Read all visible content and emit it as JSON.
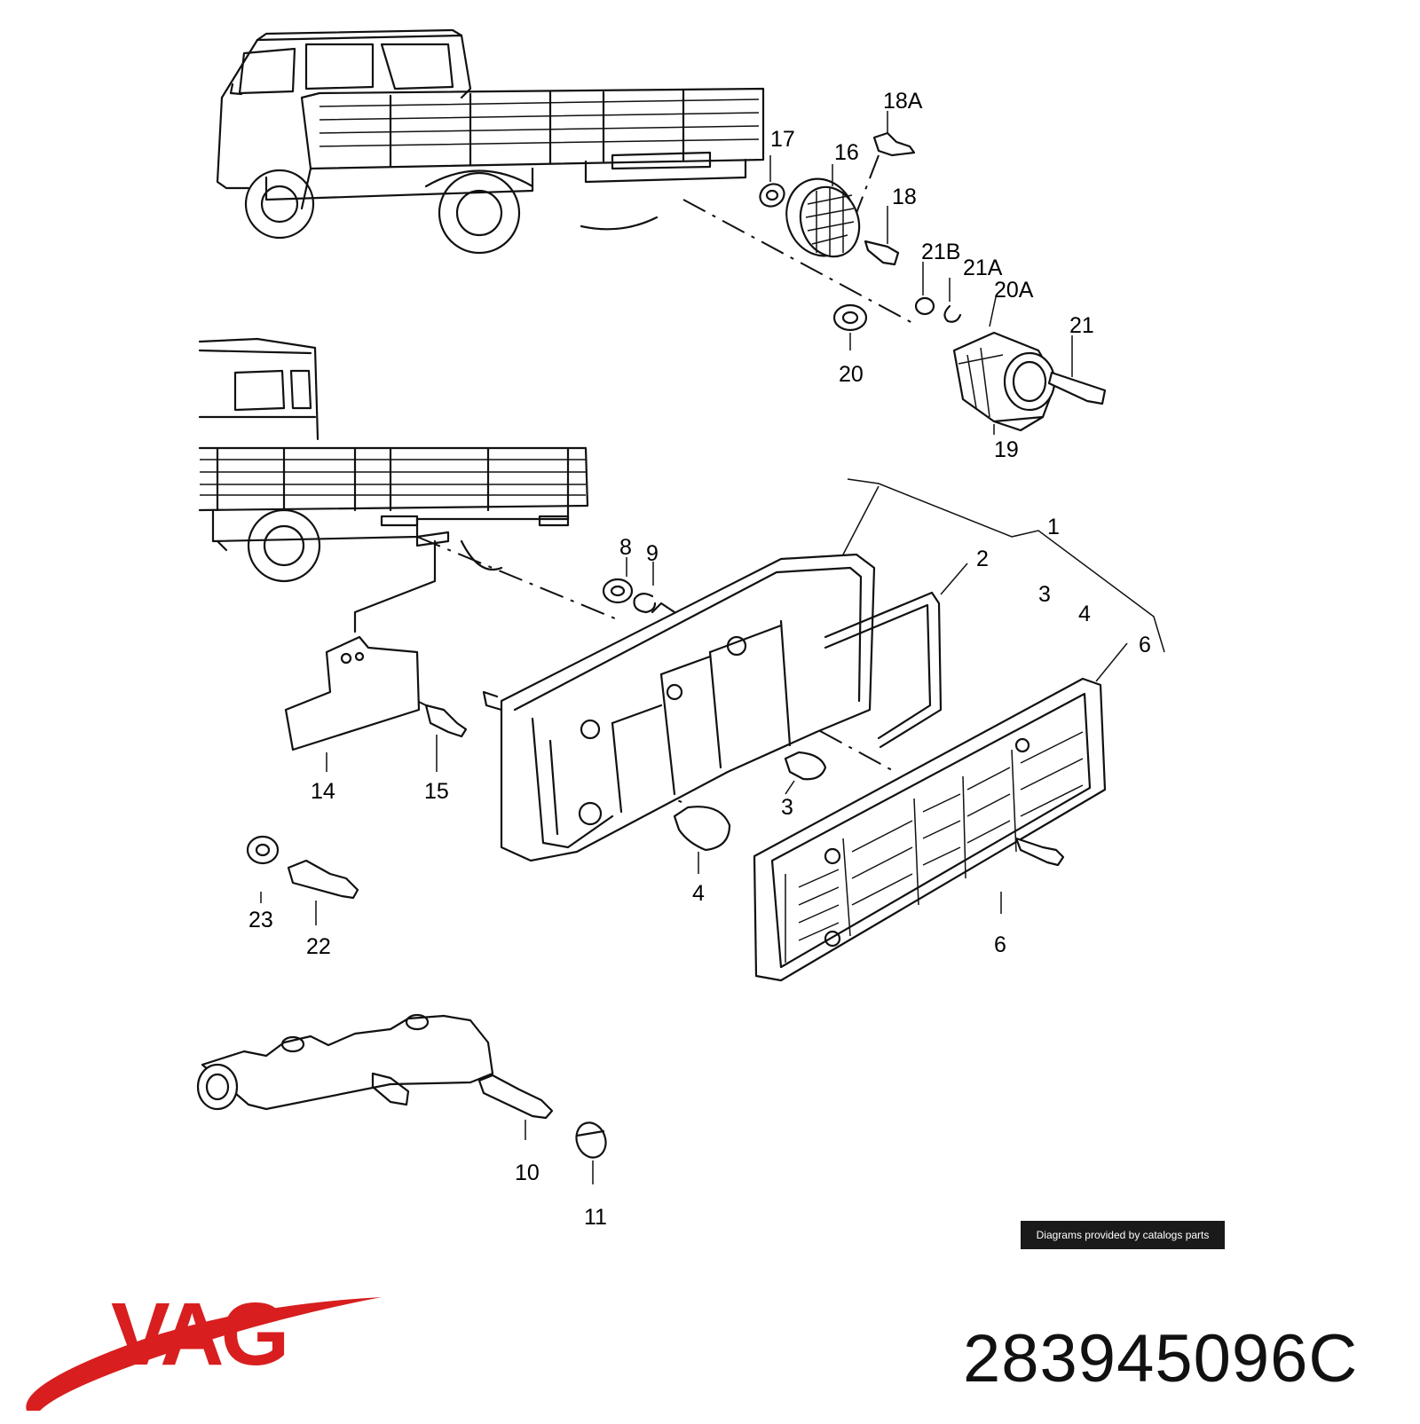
{
  "callouts": [
    {
      "id": "1",
      "label": "1"
    },
    {
      "id": "2",
      "label": "2"
    },
    {
      "id": "3a",
      "label": "3"
    },
    {
      "id": "3b",
      "label": "3"
    },
    {
      "id": "4a",
      "label": "4"
    },
    {
      "id": "4b",
      "label": "4"
    },
    {
      "id": "6a",
      "label": "6"
    },
    {
      "id": "6b",
      "label": "6"
    },
    {
      "id": "8",
      "label": "8"
    },
    {
      "id": "9",
      "label": "9"
    },
    {
      "id": "10",
      "label": "10"
    },
    {
      "id": "11",
      "label": "11"
    },
    {
      "id": "14",
      "label": "14"
    },
    {
      "id": "15",
      "label": "15"
    },
    {
      "id": "16",
      "label": "16"
    },
    {
      "id": "17",
      "label": "17"
    },
    {
      "id": "18",
      "label": "18"
    },
    {
      "id": "18A",
      "label": "18A"
    },
    {
      "id": "19",
      "label": "19"
    },
    {
      "id": "20",
      "label": "20"
    },
    {
      "id": "20A",
      "label": "20A"
    },
    {
      "id": "21",
      "label": "21"
    },
    {
      "id": "21A",
      "label": "21A"
    },
    {
      "id": "21B",
      "label": "21B"
    },
    {
      "id": "22",
      "label": "22"
    },
    {
      "id": "23",
      "label": "23"
    }
  ],
  "credit": "Diagrams provided by catalogs parts",
  "brand": {
    "name": "VAG",
    "color": "#d81e1e"
  },
  "part_number": "283945096C"
}
